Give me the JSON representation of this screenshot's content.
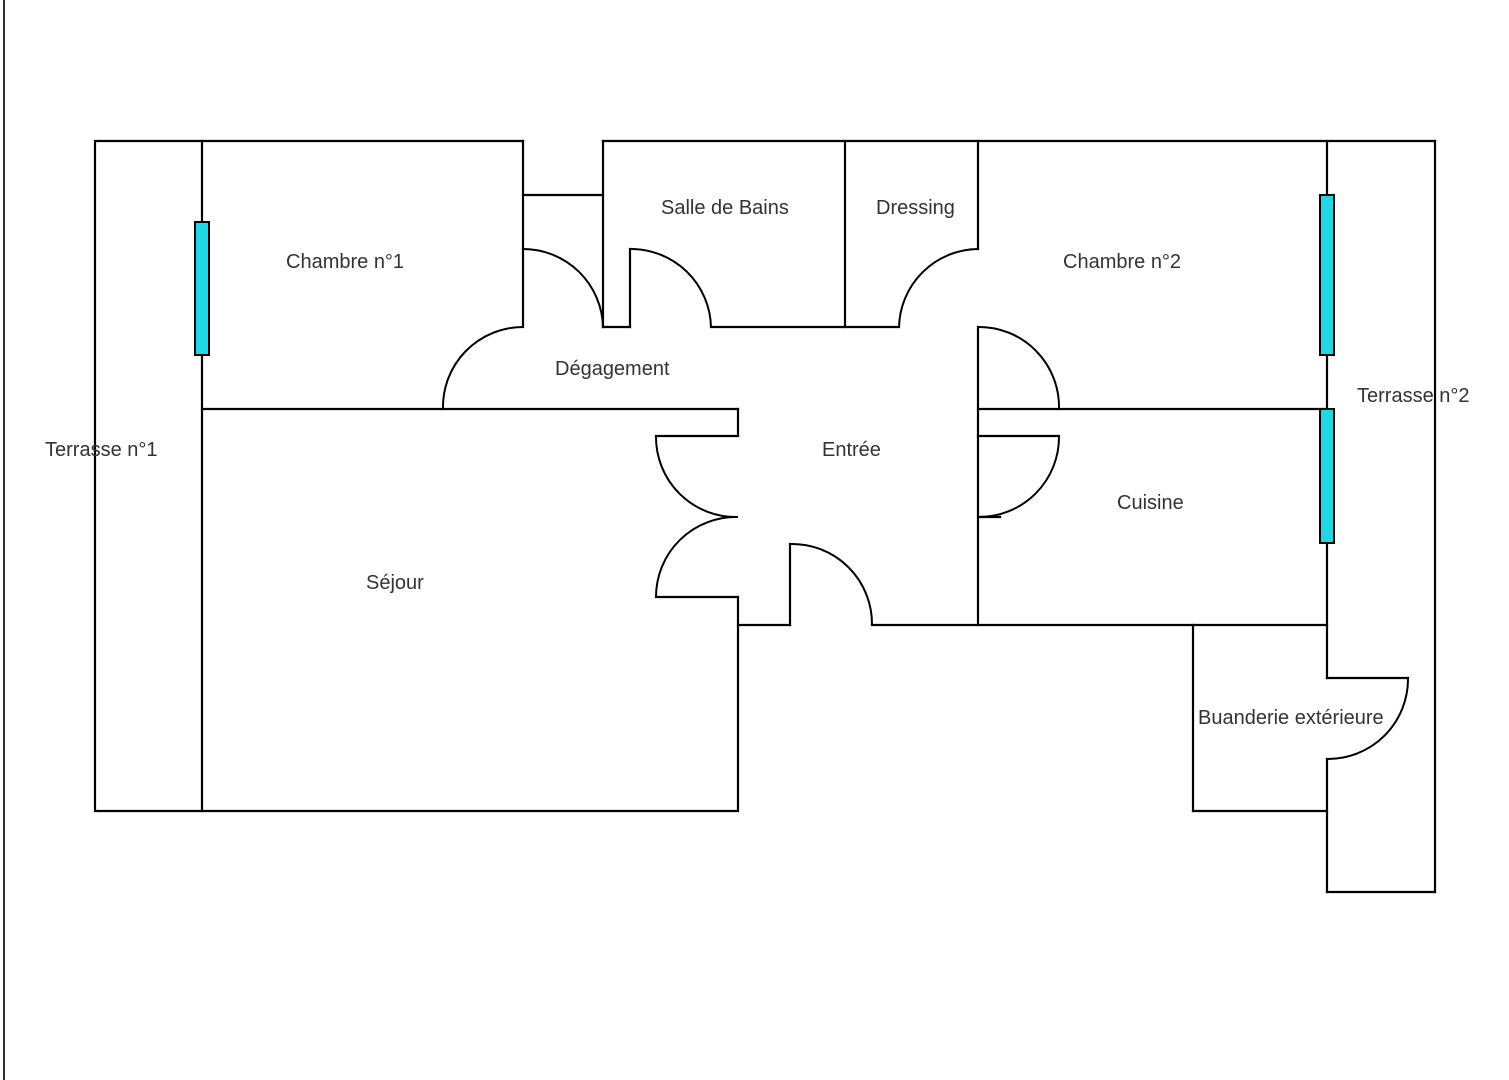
{
  "rooms": {
    "terrasse_1": "Terrasse n°1",
    "chambre_1": "Chambre n°1",
    "salle_de_bains": "Salle de Bains",
    "dressing": "Dressing",
    "chambre_2": "Chambre n°2",
    "terrasse_2": "Terrasse n°2",
    "degagement": "Dégagement",
    "entree": "Entrée",
    "cuisine": "Cuisine",
    "sejour": "Séjour",
    "buanderie": "Buanderie extérieure"
  },
  "colors": {
    "wall": "#000000",
    "window": "#1fd8e6",
    "label": "#333333",
    "background": "#ffffff"
  }
}
